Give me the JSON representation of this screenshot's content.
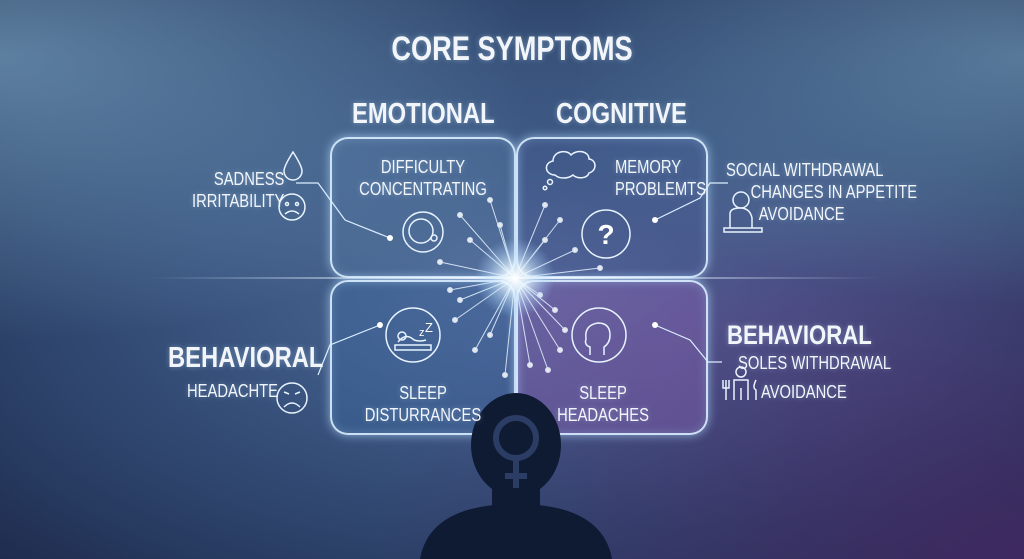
{
  "title": "CORE SYMPTOMS",
  "headers": {
    "emotional": "EMOTIONAL",
    "cognitive": "COGNITIVE"
  },
  "quadrants": {
    "top_left": {
      "line1": "DIFFICULTY",
      "line2": "CONCENTRATING",
      "icon": "focus-circle-icon"
    },
    "top_right": {
      "line1": "MEMORY",
      "line2": "PROBLEMTS",
      "icon": "thought-cloud-question-icon"
    },
    "bottom_left": {
      "line1": "SLEEP",
      "line2": "DISTURRANCES",
      "icon": "sleeping-person-icon"
    },
    "bottom_right": {
      "line1": "SLEEP",
      "line2": "HEADACHES",
      "icon": "head-profile-icon"
    }
  },
  "left_top": {
    "line1": "SADNESS",
    "line2": "IRRITABILITY",
    "icons": [
      "teardrop-icon",
      "sad-face-icon"
    ]
  },
  "left_bottom": {
    "heading": "BEHAVIORAL",
    "line1": "HEADACHTE",
    "icon": "distressed-face-icon"
  },
  "right_top": {
    "line1": "SOCIAL WITHDRAWAL",
    "line2": "CHANGES IN APPETITE",
    "line3": "AVOIDANCE",
    "icon": "person-at-desk-icon"
  },
  "right_bottom": {
    "heading": "BEHAVIORAL",
    "line1": "SOLES WITHDRAWAL",
    "line2": "AVOIDANCE",
    "icon": "person-fork-knife-icon"
  },
  "colors": {
    "accent": "#e6f3ff",
    "purple_quadrant": "#7a5fa6",
    "blue_quadrant": "#3f6a9a"
  }
}
